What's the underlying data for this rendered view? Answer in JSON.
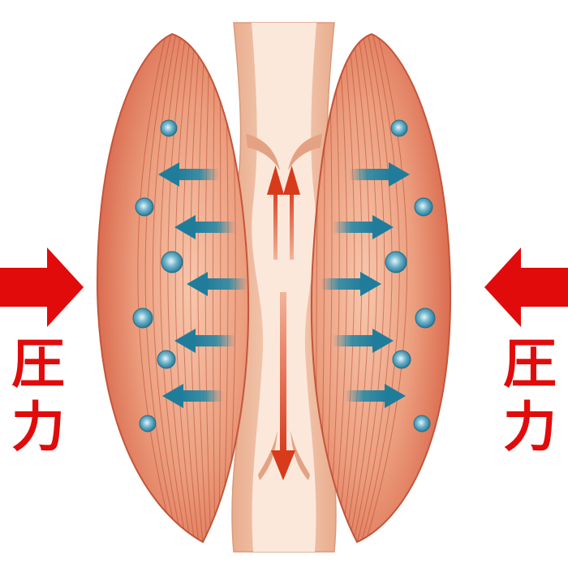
{
  "labels": {
    "pressure_left": [
      "圧",
      "力"
    ],
    "pressure_right": [
      "圧",
      "力"
    ]
  },
  "colors": {
    "muscle_fill": "#e58a6a",
    "muscle_light": "#f7c7ad",
    "muscle_stripe": "#b9452e",
    "vessel_wall": "#f1bfa2",
    "vessel_lumen": "#fbe8da",
    "flow_arrow": "#e04a2a",
    "outflow_arrow": "#2a8aa6",
    "pressure_arrow": "#e10b0b",
    "droplet": "#2f8fb0"
  },
  "icons": [
    "pressure-arrow-right",
    "pressure-arrow-left",
    "fluid-droplet",
    "outflow-arrow",
    "bidirectional-flow-arrow"
  ]
}
